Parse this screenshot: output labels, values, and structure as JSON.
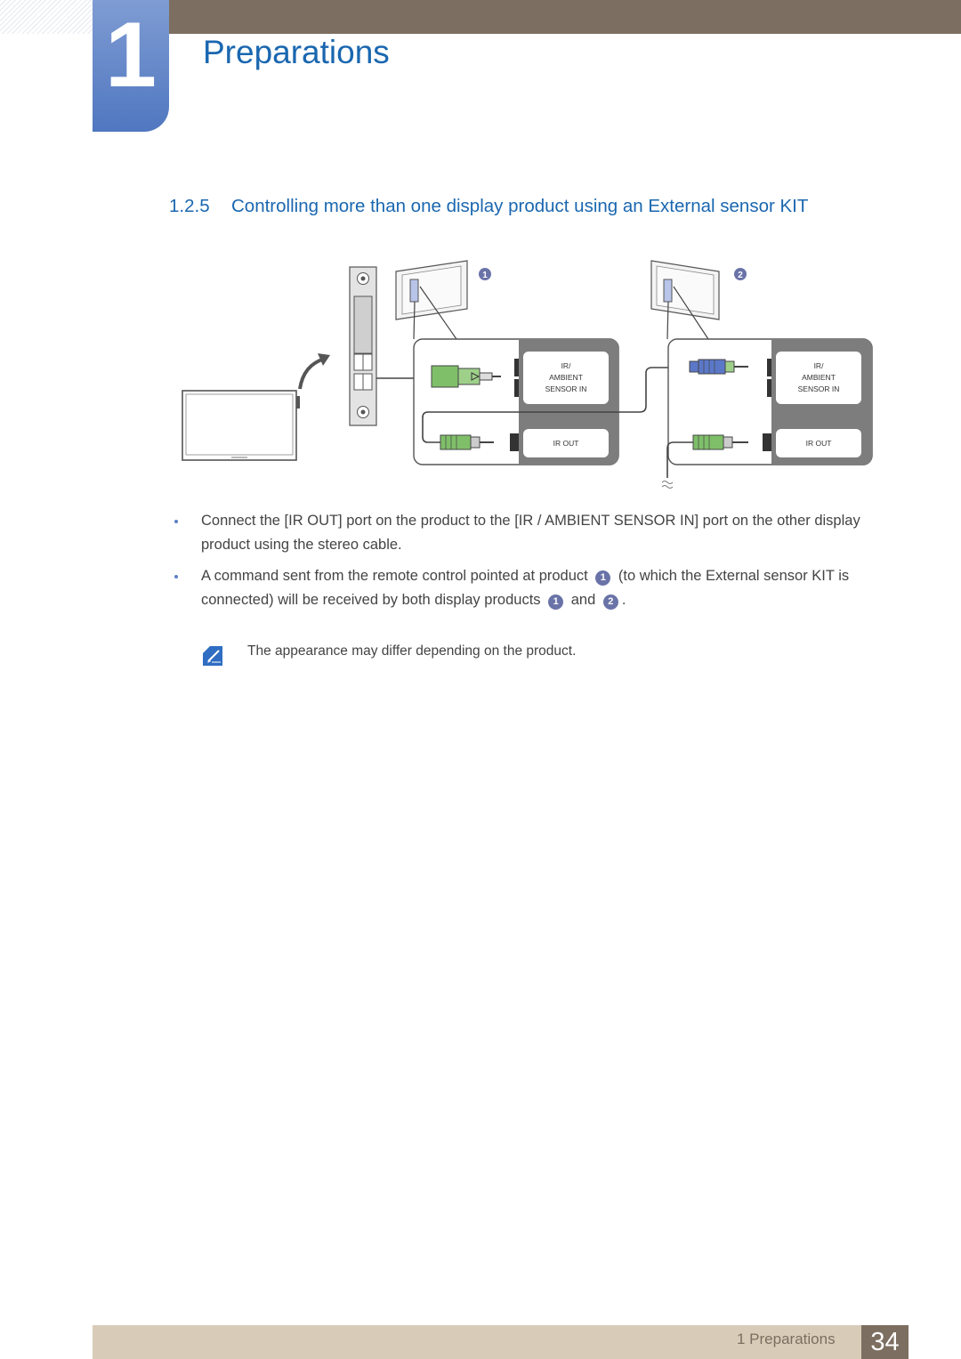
{
  "header": {
    "chapter_number": "1",
    "chapter_title": "Preparations"
  },
  "section": {
    "number": "1.2.5",
    "title": "Controlling more than one display product using an External sensor KIT"
  },
  "figure": {
    "badge_1": "1",
    "badge_2": "2",
    "panel_1": {
      "port_in_lines": [
        "IR/",
        "AMBIENT",
        "SENSOR IN"
      ],
      "port_out": "IR OUT"
    },
    "panel_2": {
      "port_in_lines": [
        "IR/",
        "AMBIENT",
        "SENSOR IN"
      ],
      "port_out": "IR OUT"
    }
  },
  "bullets": [
    {
      "text": "Connect the [IR OUT] port on the product to the [IR / AMBIENT SENSOR IN] port on the other display product using the stereo cable."
    },
    {
      "text_a": "A command sent from the remote control pointed at product",
      "badge_a": "1",
      "text_b": "(to which the External sensor KIT is connected) will be received by both display products",
      "badge_b": "1",
      "text_c": "and",
      "badge_c": "2",
      "text_d": "."
    }
  ],
  "note": {
    "text": "The appearance may differ depending on the product."
  },
  "footer": {
    "label": "1 Preparations",
    "page_number": "34"
  },
  "colors": {
    "heading_blue": "#1a67b0",
    "brown": "#7c6e60",
    "footer_beige": "#d8ccb8",
    "badge": "#6a73a8"
  }
}
